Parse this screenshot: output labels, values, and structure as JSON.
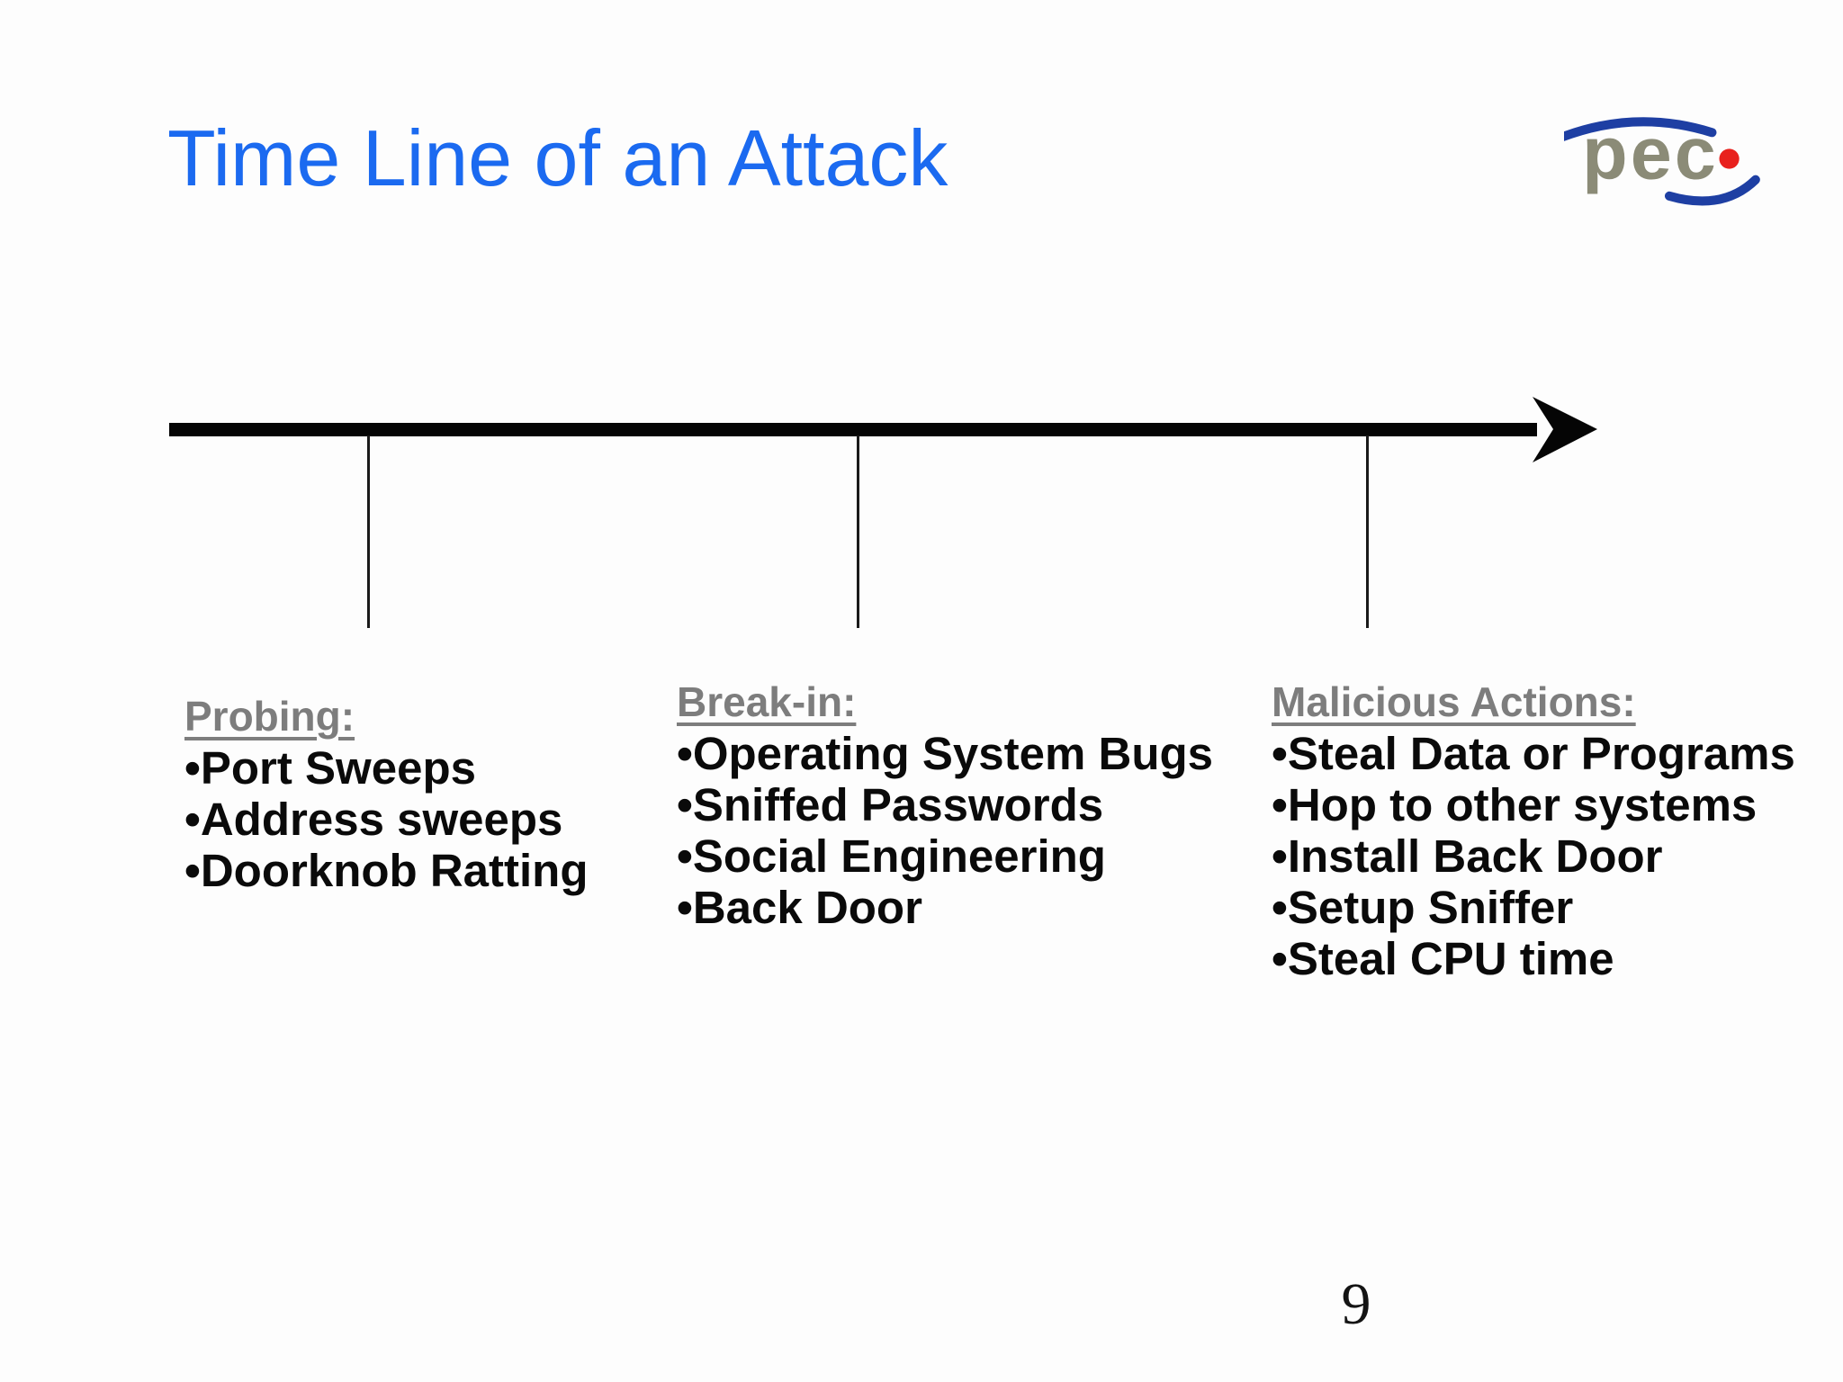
{
  "slide": {
    "title": "Time Line of an Attack",
    "page_number": "9"
  },
  "logo": {
    "text": "pec",
    "text_color": "#8b8b77",
    "swoosh_color": "#1e3fa3",
    "dot_color": "#e8211d"
  },
  "timeline": {
    "bullet": "•",
    "columns": [
      {
        "heading": "Probing:",
        "items": [
          "Port Sweeps",
          "Address sweeps",
          "Doorknob Ratting"
        ]
      },
      {
        "heading": "Break-in:",
        "items": [
          "Operating System Bugs",
          "Sniffed Passwords",
          "Social Engineering",
          "Back Door"
        ]
      },
      {
        "heading": "Malicious Actions:",
        "items": [
          "Steal Data or Programs",
          "Hop to other systems",
          "Install Back Door",
          "Setup Sniffer",
          "Steal CPU time"
        ]
      }
    ]
  },
  "colors": {
    "title": "#1b6af0",
    "heading": "#7d7d7d",
    "body": "#0a0a0a",
    "line": "#050505"
  }
}
